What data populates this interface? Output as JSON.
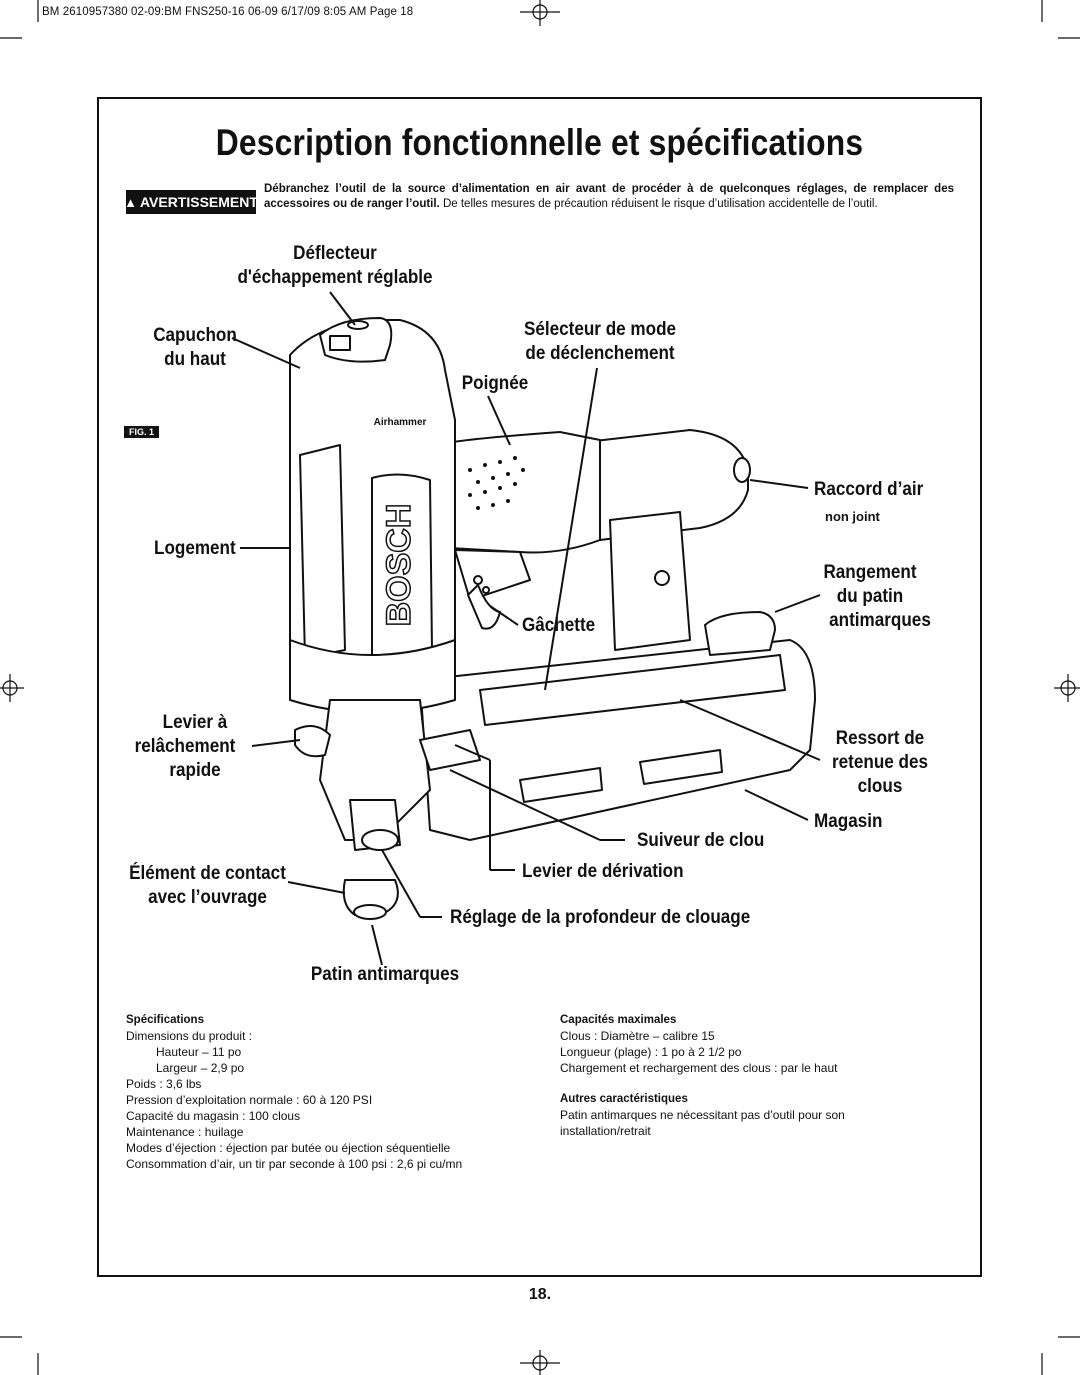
{
  "slug": "BM 2610957380 02-09:BM FNS250-16 06-09 6/17/09 8:05 AM Page 18",
  "title": "Description fonctionnelle et spécifications",
  "warning": {
    "badge": "AVERTISSEMENT",
    "bold_text": "Débranchez l’outil de la source d’alimentation en air avant de procéder à de quelconques réglages, de remplacer des accessoires ou de ranger l’outil.",
    "text": " De telles mesures de précaution réduisent le risque d’utilisation accidentelle de l’outil."
  },
  "fig_label": "FIG. 1",
  "tool_brand": "BOSCH",
  "tool_model": "Airhammer",
  "labels": {
    "deflecteur_1": "Déflecteur",
    "deflecteur_2": "d'échappement réglable",
    "capuchon_1": "Capuchon",
    "capuchon_2": "du haut",
    "selecteur_1": "Sélecteur de mode",
    "selecteur_2": "de déclenchement",
    "poignee": "Poignée",
    "raccord": "Raccord d’air",
    "raccord_sub": "non joint",
    "logement": "Logement",
    "rangement_1": "Rangement",
    "rangement_2": "du patin",
    "rangement_3": "antimarques",
    "gachette": "Gâchette",
    "levier_1": "Levier à",
    "levier_2": "relâchement",
    "levier_3": "rapide",
    "ressort_1": "Ressort de",
    "ressort_2": "retenue des",
    "ressort_3": "clous",
    "magasin": "Magasin",
    "suiveur": "Suiveur de clou",
    "element_1": "Élément de contact",
    "element_2": "avec l’ouvrage",
    "derivation": "Levier de dérivation",
    "reglage": "Réglage de la profondeur de clouage",
    "patin": "Patin antimarques"
  },
  "specs": {
    "heading": "Spécifications",
    "lines": [
      "Dimensions du produit :",
      "Hauteur – 11 po",
      "Largeur – 2,9 po",
      "Poids : 3,6 lbs",
      "Pression d’exploitation normale : 60 à 120 PSI",
      "Capacité du magasin : 100 clous",
      "Maintenance : huilage",
      "Modes d’éjection : éjection par butée ou éjection séquentielle",
      "Consommation d’air, un tir par seconde à 100 psi : 2,6 pi cu/mn"
    ]
  },
  "capacities": {
    "heading": "Capacités maximales",
    "lines": [
      "Clous : Diamètre – calibre 15",
      "Longueur (plage) : 1 po à 2 1/2 po",
      "Chargement et rechargement des clous : par le haut"
    ],
    "heading2": "Autres caractéristiques",
    "lines2": [
      "Patin antimarques ne nécessitant pas d’outil pour son",
      "installation/retrait"
    ]
  },
  "page_number": "18."
}
